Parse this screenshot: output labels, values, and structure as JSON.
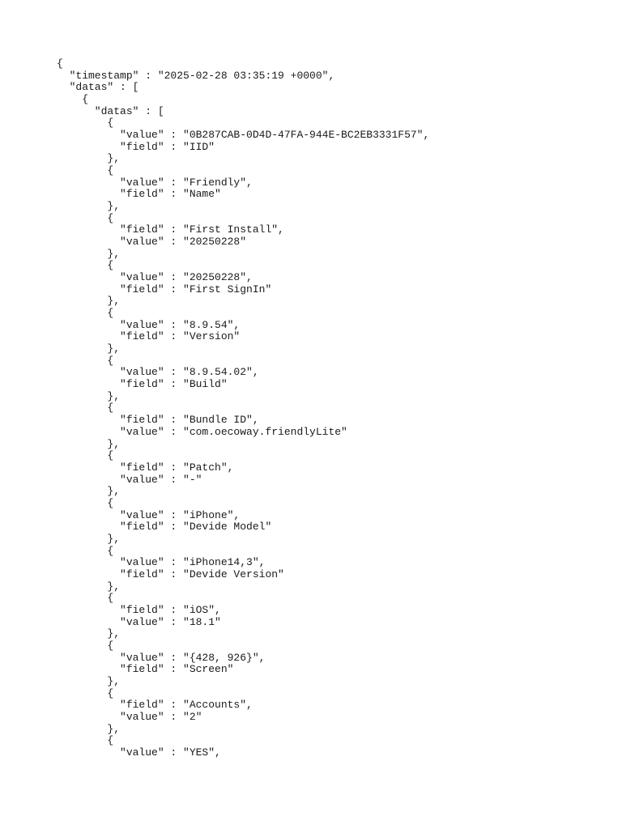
{
  "document": {
    "lines": [
      "{",
      "  \"timestamp\" : \"2025-02-28 03:35:19 +0000\",",
      "  \"datas\" : [",
      "    {",
      "      \"datas\" : [",
      "        {",
      "          \"value\" : \"0B287CAB-0D4D-47FA-944E-BC2EB3331F57\",",
      "          \"field\" : \"IID\"",
      "        },",
      "        {",
      "          \"value\" : \"Friendly\",",
      "          \"field\" : \"Name\"",
      "        },",
      "        {",
      "          \"field\" : \"First Install\",",
      "          \"value\" : \"20250228\"",
      "        },",
      "        {",
      "          \"value\" : \"20250228\",",
      "          \"field\" : \"First SignIn\"",
      "        },",
      "        {",
      "          \"value\" : \"8.9.54\",",
      "          \"field\" : \"Version\"",
      "        },",
      "        {",
      "          \"value\" : \"8.9.54.02\",",
      "          \"field\" : \"Build\"",
      "        },",
      "        {",
      "          \"field\" : \"Bundle ID\",",
      "          \"value\" : \"com.oecoway.friendlyLite\"",
      "        },",
      "        {",
      "          \"field\" : \"Patch\",",
      "          \"value\" : \"-\"",
      "        },",
      "        {",
      "          \"value\" : \"iPhone\",",
      "          \"field\" : \"Devide Model\"",
      "        },",
      "        {",
      "          \"value\" : \"iPhone14,3\",",
      "          \"field\" : \"Devide Version\"",
      "        },",
      "        {",
      "          \"field\" : \"iOS\",",
      "          \"value\" : \"18.1\"",
      "        },",
      "        {",
      "          \"value\" : \"{428, 926}\",",
      "          \"field\" : \"Screen\"",
      "        },",
      "        {",
      "          \"field\" : \"Accounts\",",
      "          \"value\" : \"2\"",
      "        },",
      "        {",
      "          \"value\" : \"YES\","
    ]
  }
}
